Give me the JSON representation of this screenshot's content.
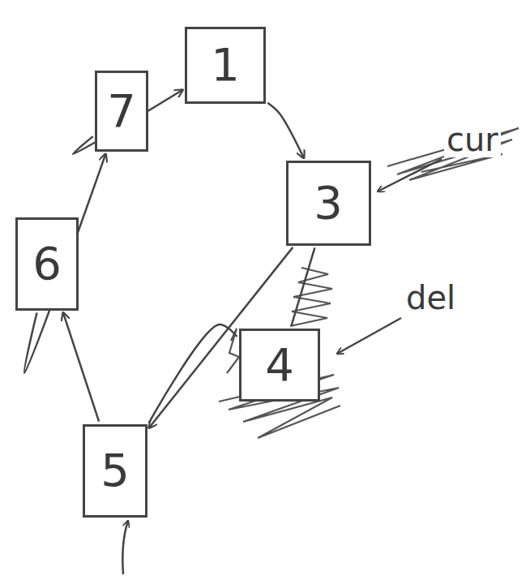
{
  "diagram": {
    "nodes": [
      {
        "text": [
          "1"
        ]
      },
      {
        "text": [
          "3"
        ]
      },
      {
        "text": [
          "4"
        ]
      },
      {
        "text": [
          "5"
        ]
      },
      {
        "text": [
          "6"
        ]
      },
      {
        "text": [
          "7"
        ]
      }
    ],
    "edges": [
      {
        "from": 0,
        "to": 1,
        "arrow": "to"
      },
      {
        "from": 1,
        "to": 2,
        "arrow": "none"
      },
      {
        "from": 1,
        "to": 3,
        "arrow": "to"
      },
      {
        "from": 2,
        "to": 3,
        "arrow": "none"
      },
      {
        "from": 3,
        "to": 4,
        "arrow": "to"
      },
      {
        "from": 4,
        "to": 5,
        "arrow": "to"
      },
      {
        "from": 5,
        "to": 0,
        "arrow": "to"
      }
    ],
    "labels": [
      "cur",
      "del"
    ]
  }
}
